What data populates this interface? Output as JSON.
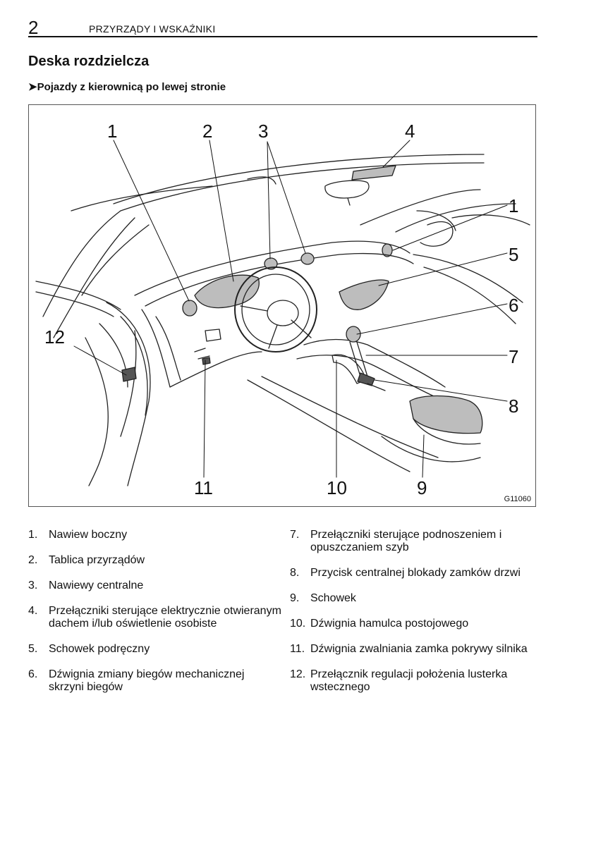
{
  "header": {
    "page_number": "2",
    "running_title": "PRZYRZĄDY I WSKAŹNIKI"
  },
  "section": {
    "title": "Deska rozdzielcza",
    "subtitle_marker": "➤",
    "subtitle": "Pojazdy z kierownicą po lewej stronie"
  },
  "figure": {
    "code": "G11060",
    "callouts": [
      "1",
      "2",
      "3",
      "4",
      "1",
      "5",
      "6",
      "7",
      "8",
      "9",
      "10",
      "11",
      "12"
    ]
  },
  "legend": {
    "left": [
      {
        "num": "1.",
        "text": "Nawiew boczny"
      },
      {
        "num": "2.",
        "text": "Tablica przyrządów"
      },
      {
        "num": "3.",
        "text": "Nawiewy centralne"
      },
      {
        "num": "4.",
        "text": "Przełączniki sterujące elektrycznie otwieranym dachem i/lub oświetlenie osobiste"
      },
      {
        "num": "5.",
        "text": "Schowek podręczny"
      },
      {
        "num": "6.",
        "text": "Dźwignia zmiany biegów mechanicznej skrzyni biegów"
      }
    ],
    "right": [
      {
        "num": "7.",
        "text": "Przełączniki sterujące podnoszeniem i opuszczaniem szyb"
      },
      {
        "num": "8.",
        "text": "Przycisk centralnej blokady zamków drzwi"
      },
      {
        "num": "9.",
        "text": "Schowek"
      },
      {
        "num": "10.",
        "text": "Dźwignia hamulca postojowego"
      },
      {
        "num": "11.",
        "text": "Dźwignia zwalniania zamka pokrywy silnika"
      },
      {
        "num": "12.",
        "text": "Przełącznik regulacji położenia lusterka wstecznego"
      }
    ]
  }
}
